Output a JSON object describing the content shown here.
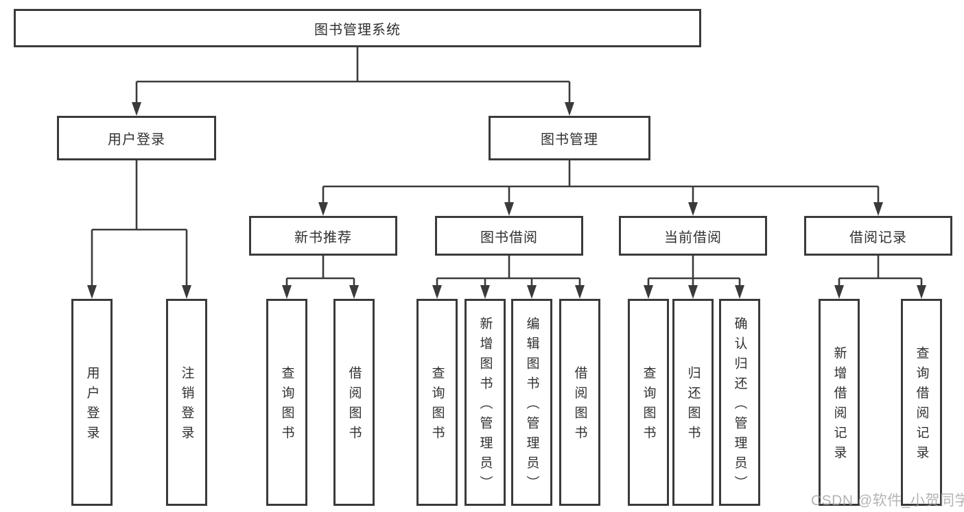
{
  "diagram_title": "图书管理系统",
  "tree": {
    "label": "图书管理系统",
    "children": [
      {
        "label": "用户登录",
        "children": [
          {
            "label": "用户登录"
          },
          {
            "label": "注销登录"
          }
        ]
      },
      {
        "label": "图书管理",
        "children": [
          {
            "label": "新书推荐",
            "children": [
              {
                "label": "查询图书"
              },
              {
                "label": "借阅图书"
              }
            ]
          },
          {
            "label": "图书借阅",
            "children": [
              {
                "label": "查询图书"
              },
              {
                "label": "新增图书（管理员）"
              },
              {
                "label": "编辑图书（管理员）"
              },
              {
                "label": "借阅图书"
              }
            ]
          },
          {
            "label": "当前借阅",
            "children": [
              {
                "label": "查询图书"
              },
              {
                "label": "归还图书"
              },
              {
                "label": "确认归还（管理员）"
              }
            ]
          },
          {
            "label": "借阅记录",
            "children": [
              {
                "label": "新增借阅记录"
              },
              {
                "label": "查询借阅记录"
              }
            ]
          }
        ]
      }
    ]
  },
  "watermark": "CSDN @软件_小贺同学",
  "colors": {
    "line": "#3a3a3a",
    "border": "#3a3a3a",
    "text": "#303030",
    "background": "#ffffff",
    "watermark": "#9e9e9e"
  }
}
